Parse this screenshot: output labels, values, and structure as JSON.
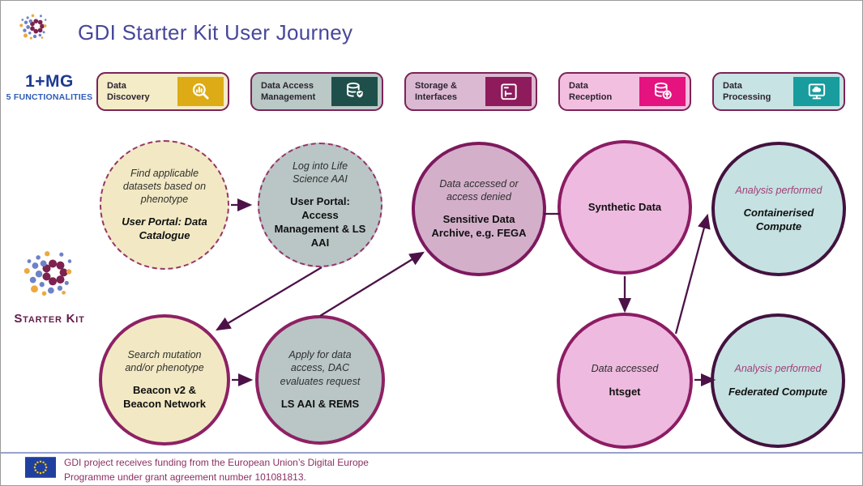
{
  "title": "GDI Starter Kit User Journey",
  "left_rail": {
    "program": "1+MG",
    "program_sub": "5 FUNCTIONALITIES",
    "starter_kit": "Starter Kit"
  },
  "functionalities": [
    {
      "line1": "Data",
      "line2": "Discovery",
      "icon": "search-chart-icon"
    },
    {
      "line1": "Data Access",
      "line2": "Management",
      "icon": "database-shield-icon"
    },
    {
      "line1": "Storage &",
      "line2": "Interfaces",
      "icon": "storage-window-icon"
    },
    {
      "line1": "Data",
      "line2": "Reception",
      "icon": "database-upload-icon"
    },
    {
      "line1": "Data",
      "line2": "Processing",
      "icon": "monitor-cloud-icon"
    }
  ],
  "circles": [
    {
      "desc": "Find applicable datasets based on phenotype",
      "tool": "User Portal: Data Catalogue"
    },
    {
      "desc": "Log into Life Science AAI",
      "tool": "User Portal: Access Management & LS AAI"
    },
    {
      "desc": "Data accessed or access denied",
      "tool": "Sensitive Data Archive, e.g. FEGA"
    },
    {
      "tool": "Synthetic Data"
    },
    {
      "desc": "Analysis performed",
      "tool": "Containerised Compute"
    },
    {
      "desc": "Search mutation and/or phenotype",
      "tool": "Beacon v2 & Beacon Network"
    },
    {
      "desc": "Apply for data access, DAC evaluates request",
      "tool": "LS AAI & REMS"
    },
    {
      "desc": "Data accessed",
      "tool": "htsget"
    },
    {
      "desc": "Analysis performed",
      "tool": "Federated Compute"
    }
  ],
  "footer": {
    "line1": "GDI project receives funding from the European Union’s Digital Europe",
    "line2": "Programme under grant agreement number 101081813."
  },
  "colors": {
    "title": "#47479b",
    "arrow": "#4c1248",
    "badge_border": "#7c2358",
    "yellow": "#f2e9c4",
    "gray": "#b9c6c5",
    "mauve": "#d4afca",
    "pink": "#eebadf",
    "blue": "#c5e1e2",
    "discovery_accent": "#dcab15",
    "access_accent": "#1f4f4b",
    "storage_accent": "#8e1b5b",
    "reception_accent": "#e4137f",
    "processing_accent": "#189c9d"
  }
}
